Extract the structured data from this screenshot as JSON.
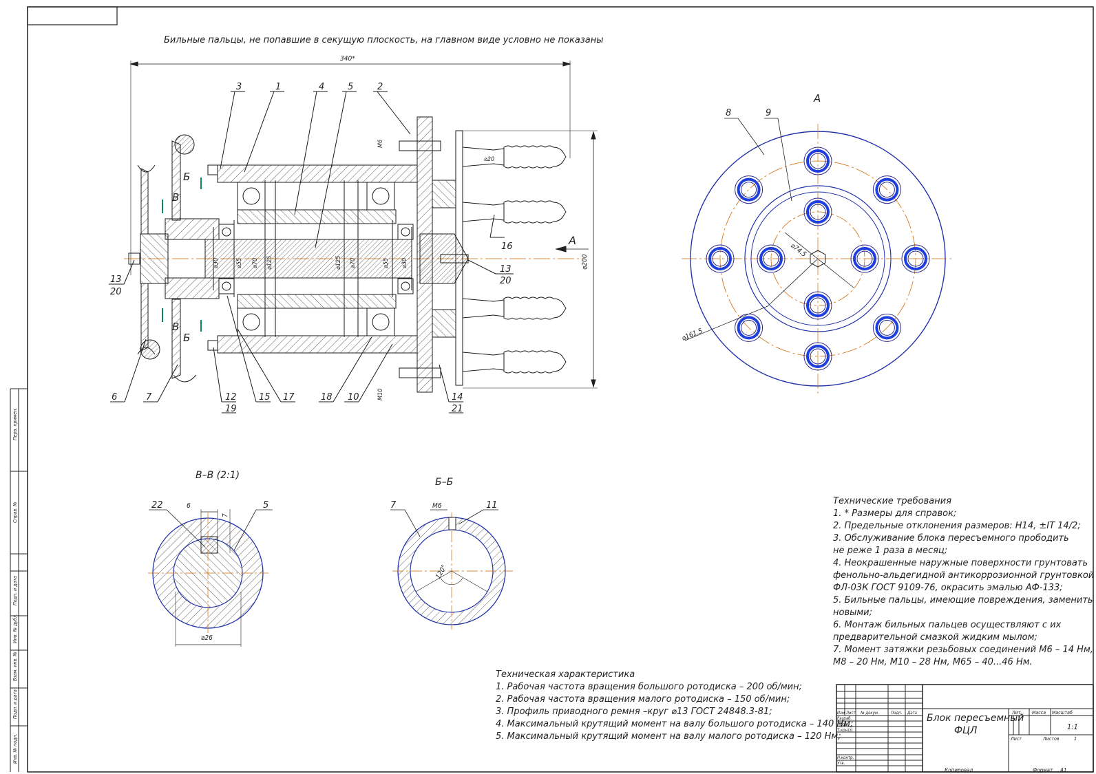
{
  "top_note": "Бильные пальцы, не попавшие в секущую плоскость, на главном виде условно не показаны",
  "main_view": {
    "overall_dimension": "340*",
    "diameter_outer": "⌀200",
    "diameter_finger": "⌀20",
    "thread_top": "M6",
    "thread_bottom": "M10",
    "arrow_label": "A",
    "section_marks": [
      "Б",
      "В",
      "В",
      "Б"
    ],
    "inner_dims": [
      "⌀30",
      "⌀55",
      "⌀70",
      "⌀125",
      "⌀125",
      "⌀70",
      "⌀55",
      "⌀30"
    ],
    "callouts_top": [
      "3",
      "1",
      "4",
      "5",
      "2"
    ],
    "callouts_bottom": [
      "6",
      "7",
      "12",
      "15",
      "17",
      "18",
      "10",
      "14"
    ],
    "fractions": [
      {
        "num": "13",
        "den": "20"
      },
      {
        "num": "13",
        "den": "20"
      },
      {
        "num": "12",
        "den": "19"
      },
      {
        "num": "14",
        "den": "21"
      }
    ],
    "callout_16": "16"
  },
  "view_a": {
    "label": "А",
    "callouts": [
      "8",
      "9"
    ],
    "dim_inner": "⌀74.5",
    "dim_outer": "⌀161.5"
  },
  "section_vv": {
    "title": "В–В (2:1)",
    "callouts": [
      "22",
      "5"
    ],
    "dim_6": "6",
    "dim_7": "7",
    "dim_26": "⌀26"
  },
  "section_bb": {
    "title": "Б–Б",
    "callouts": [
      "7",
      "11"
    ],
    "thread": "M6",
    "angle": "120°"
  },
  "tech_requirements": {
    "title": "Технические требования",
    "lines": [
      "1. * Размеры для справок;",
      "2. Предельные отклонения размеров: H14, ±IT 14/2;",
      "3. Обслуживание блока пересъемного прободить",
      "не реже 1 раза в месяц;",
      "4. Неокрашенные наружные поверхности грунтовать",
      "фенольно-альдегидной антикоррозионной грунтовкой",
      "ФЛ-03К ГОСТ 9109-76, окрасить эмалью АФ-133;",
      "5. Бильные пальцы, имеющие повреждения, заменить",
      "новыми;",
      "6. Монтаж бильных пальцев осуществляют с их",
      "предварительной смазкой жидким мылом;",
      "7. Момент затяжки резьбовых соединений М6 – 14 Нм,",
      "М8 – 20 Нм, М10 – 28 Нм, М65 – 40...46 Нм."
    ]
  },
  "tech_characteristics": {
    "title": "Техническая характеристика",
    "lines": [
      "1. Рабочая частота вращения большого ротодиска – 200 об/мин;",
      "2. Рабочая частота вращения малого ротодиска – 150 об/мин;",
      "3. Профиль приводного ремня –круг ⌀13 ГОСТ 24848.3-81;",
      "4. Максимальный крутящий момент на валу большого ротодиска – 140 Нм;",
      "5. Максимальный крутящий момент на валу малого ротодиска – 120 Нм;"
    ]
  },
  "title_block": {
    "name_line1": "Блок пересъемный",
    "name_line2": "ФЦЛ",
    "col_headers": [
      "Изм",
      "Лист",
      "№ докум.",
      "Подп.",
      "Дата"
    ],
    "roles": [
      "Разраб.",
      "Пров.",
      "Т.контр.",
      "",
      "Н.контр.",
      "Утв."
    ],
    "lit_label": "Лит.",
    "mass_label": "Масса",
    "scale_label": "Масштаб",
    "scale_value": "1:1",
    "sheet_label": "Лист",
    "sheets_label": "Листов",
    "sheets_value": "1",
    "copied": "Копировал",
    "format": "Формат",
    "format_value": "A1"
  },
  "side_stamps": [
    "Перв. примен.",
    "Справ. №",
    "Подп. и дата",
    "Инв. № дубл.",
    "Взам. инв. №",
    "Подп. и дата",
    "Инв. № подл."
  ]
}
